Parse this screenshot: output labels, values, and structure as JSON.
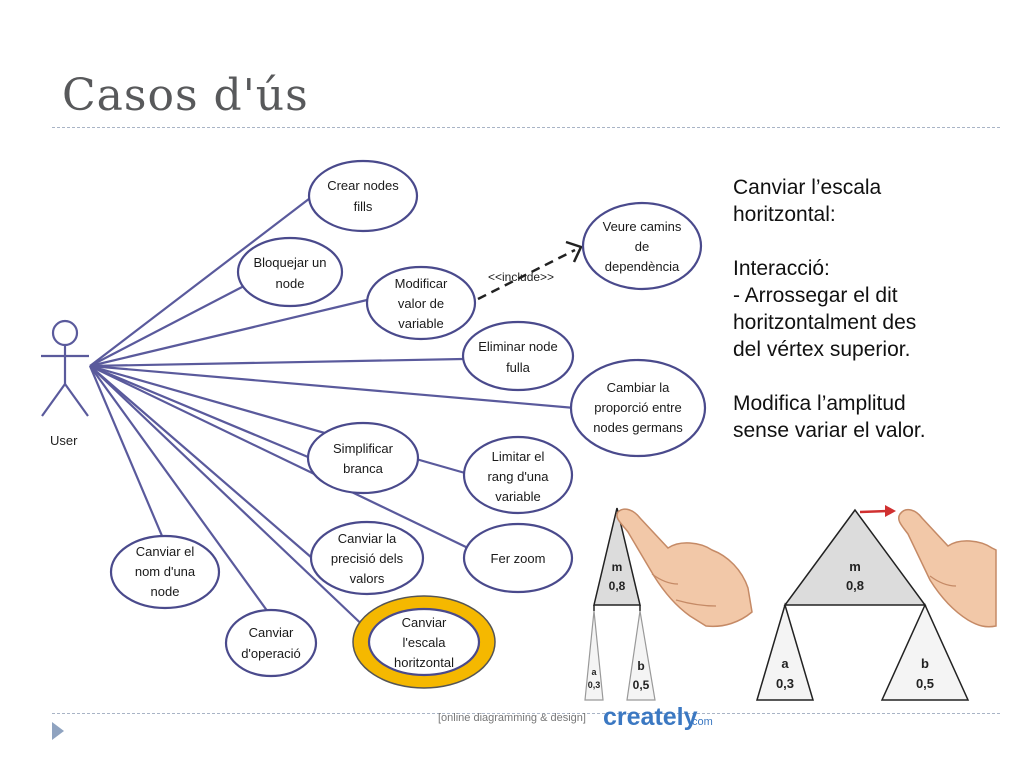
{
  "slide": {
    "title": "Casos d'ús"
  },
  "diagram": {
    "actor": {
      "label": "User"
    },
    "include_label": "<<include>>",
    "use_cases": [
      {
        "id": "crear",
        "lines": [
          "Crear nodes",
          "fills"
        ]
      },
      {
        "id": "bloquejar",
        "lines": [
          "Bloquejar un",
          "node"
        ]
      },
      {
        "id": "modificar",
        "lines": [
          "Modificar",
          "valor de",
          "variable"
        ]
      },
      {
        "id": "veure",
        "lines": [
          "Veure camins",
          "de",
          "dependència"
        ]
      },
      {
        "id": "eliminar",
        "lines": [
          "Eliminar node",
          "fulla"
        ]
      },
      {
        "id": "cambiar",
        "lines": [
          "Cambiar la",
          "proporció entre",
          "nodes germans"
        ]
      },
      {
        "id": "simplificar",
        "lines": [
          "Simplificar",
          "branca"
        ]
      },
      {
        "id": "limitar",
        "lines": [
          "Limitar el",
          "rang d'una",
          "variable"
        ]
      },
      {
        "id": "zoom",
        "lines": [
          "Fer zoom"
        ]
      },
      {
        "id": "precisio",
        "lines": [
          "Canviar la",
          "precisió dels",
          "valors"
        ]
      },
      {
        "id": "nom",
        "lines": [
          "Canviar el",
          "nom d'una",
          "node"
        ]
      },
      {
        "id": "operacio",
        "lines": [
          "Canviar",
          "d'operació"
        ]
      },
      {
        "id": "escala",
        "lines": [
          "Canviar",
          "l'escala",
          "horitzontal"
        ],
        "highlighted": true
      }
    ]
  },
  "side_text": {
    "heading_line1": "Canviar l’escala",
    "heading_line2": "horitzontal:",
    "interaction_title": "Interacció:",
    "interaction_line1": "- Arrossegar el dit",
    "interaction_line2": "horitzontalment des",
    "interaction_line3": "del vértex superior.",
    "effect_line1": "Modifica l’amplitud",
    "effect_line2": "sense variar el valor."
  },
  "trees": {
    "before": {
      "root": {
        "name": "m",
        "value": "0,8"
      },
      "left": {
        "name": "a",
        "value": "0,3"
      },
      "right": {
        "name": "b",
        "value": "0,5"
      }
    },
    "after": {
      "root": {
        "name": "m",
        "value": "0,8"
      },
      "left": {
        "name": "a",
        "value": "0,3"
      },
      "right": {
        "name": "b",
        "value": "0,5"
      }
    }
  },
  "footer": {
    "credit": "[online diagramming & design]",
    "brand": "creately",
    "brand_domain": ".com"
  },
  "colors": {
    "line": "#5a5a9c",
    "ellipse_stroke": "#4a4a8c",
    "highlight": "#f5b800",
    "arrow_red": "#d03030",
    "triangle_gray": "#dcdcdc"
  }
}
